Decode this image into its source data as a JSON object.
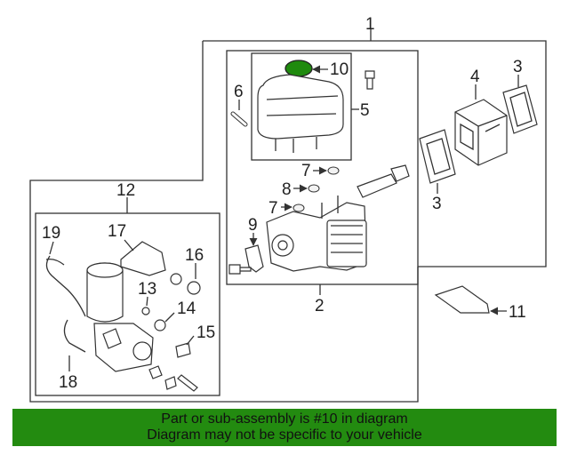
{
  "callouts": {
    "c1": "1",
    "c2": "2",
    "c3a": "3",
    "c3b": "3",
    "c4": "4",
    "c5": "5",
    "c6": "6",
    "c7a": "7",
    "c7b": "7",
    "c8": "8",
    "c9": "9",
    "c10": "10",
    "c11": "11",
    "c12": "12",
    "c13": "13",
    "c14": "14",
    "c15": "15",
    "c16": "16",
    "c17": "17",
    "c18": "18",
    "c19": "19"
  },
  "banner": {
    "line1": "Part or sub-assembly is #10 in diagram",
    "line2": "Diagram may not be specific to your vehicle"
  },
  "colors": {
    "highlight_part": "#1f8a0e",
    "banner_bg": "#238b10"
  }
}
